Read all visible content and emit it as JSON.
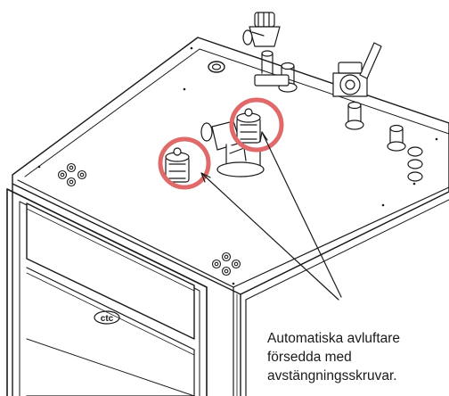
{
  "brand_logo": "ctc",
  "caption": {
    "line1": "Automatiska avluftare",
    "line2": "försedda med",
    "line3": "avstängningsskruvar."
  },
  "colors": {
    "highlight_ring": "#e06a6a",
    "line": "#1a1a1a",
    "background": "#ffffff"
  }
}
